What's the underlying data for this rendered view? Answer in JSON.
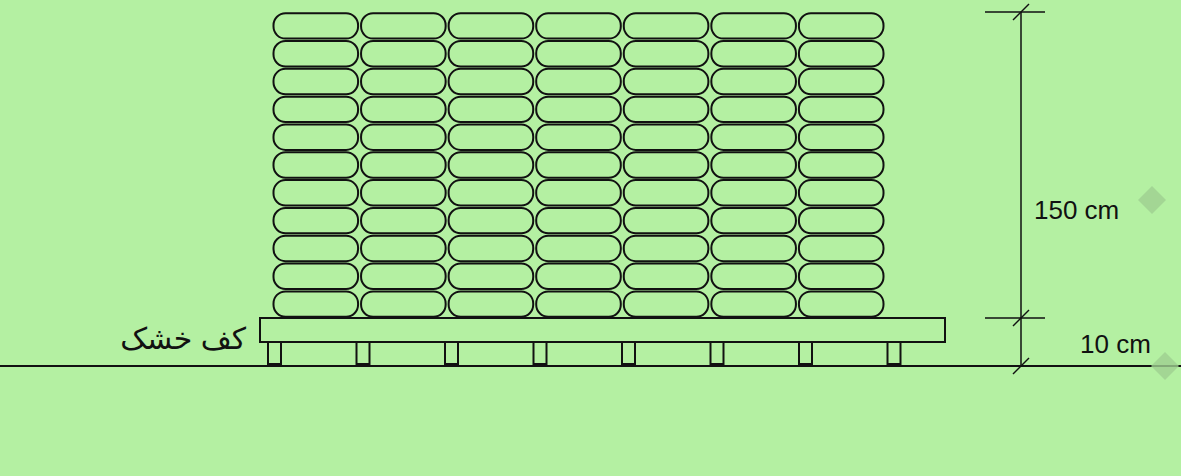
{
  "diagram": {
    "labels": [
      "150 cm",
      "10 cm",
      "کف خشک"
    ]
  }
}
